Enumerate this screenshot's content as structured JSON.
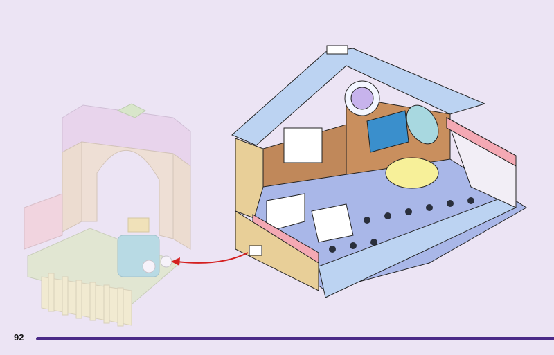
{
  "page": {
    "number": "92"
  },
  "colors": {
    "background": "#ece4f4",
    "bar": "#4b2a88",
    "arrow": "#d42020"
  },
  "illustration": {
    "subassembly": "faded-archway-pen",
    "main_model": "pet-clinic-house",
    "action": "attach-arrow"
  }
}
